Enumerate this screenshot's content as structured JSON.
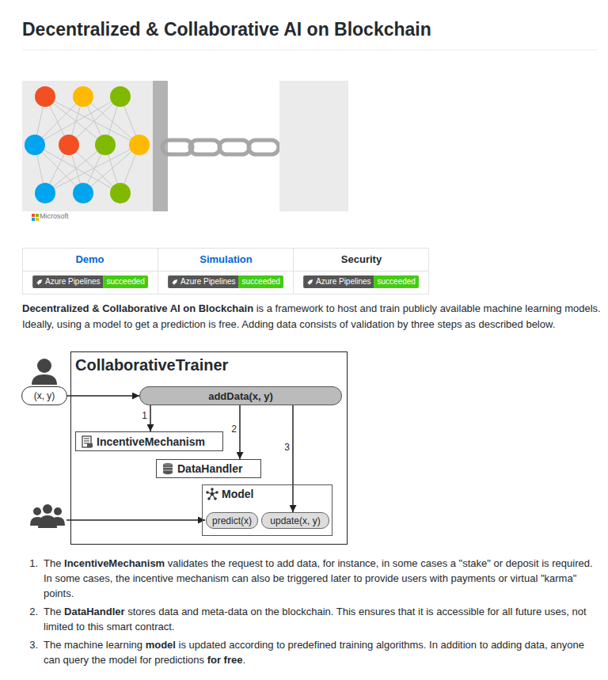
{
  "diagram": {
    "title": "Decentralized & Collaborative AI on Blockchain",
    "nodes": [
      {
        "text": [
          "(x, y)"
        ]
      },
      {
        "text": [
          "CollaborativeTrainer"
        ]
      },
      {
        "text": [
          "addData(x, y)"
        ],
        "in": 1
      },
      {
        "text": [
          "IncentiveMechanism"
        ],
        "in": 1
      },
      {
        "text": [
          "DataHandler"
        ],
        "in": 1
      },
      {
        "text": [
          "Model"
        ],
        "in": 1
      },
      {
        "text": [
          "predict(x)"
        ],
        "in": 5
      },
      {
        "text": [
          "update(x, y)"
        ],
        "in": 5
      }
    ],
    "edges": [
      {
        "from": 0,
        "to": 2,
        "arrow": "to"
      },
      {
        "from": 2,
        "to": 3,
        "label": "1",
        "arrow": "to"
      },
      {
        "from": 2,
        "to": 4,
        "label": "2",
        "arrow": "to"
      },
      {
        "from": 2,
        "to": 7,
        "label": "3",
        "arrow": "to"
      }
    ],
    "labels": [
      "Microsoft",
      "Demo",
      "Simulation",
      "Security",
      "Azure Pipelines",
      "succeeded",
      "Azure Pipelines",
      "succeeded",
      "Azure Pipelines",
      "succeeded",
      "Decentralized & Collaborative AI on Blockchain",
      " is a framework to host and train publicly available machine learning models. Ideally, using a model to get a prediction is free. Adding data consists of validation by three steps as described below.",
      "1.",
      "The ",
      "IncentiveMechanism",
      " validates the request to add data, for instance, in some cases a \"stake\" or deposit is required. In some cases, the incentive mechanism can also be triggered later to provide users with payments or virtual \"karma\" points.",
      "2.",
      "The ",
      "DataHandler",
      " stores data and meta-data on the blockchain. This ensures that it is accessible for all future uses, not limited to this smart contract.",
      "3.",
      "The machine learning ",
      "model",
      " is updated according to predefined training algorithms. In addition to adding data, anyone can query the model for predictions ",
      "for free",
      "."
    ]
  }
}
